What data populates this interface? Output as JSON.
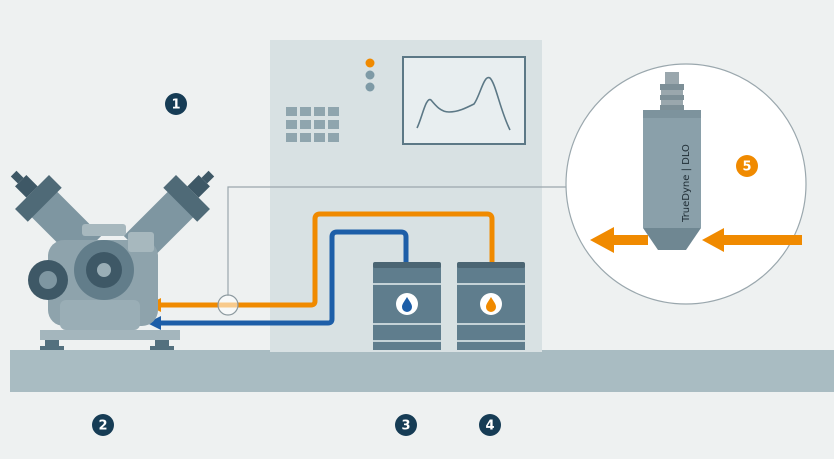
{
  "colors": {
    "background": "#eef1f1",
    "floor": "#a9bcc2",
    "cabinet": "#d8e1e3",
    "navy": "#163c55",
    "orange": "#f08a00",
    "blue": "#1d5ea8",
    "steel": "#5f7d8d",
    "line": "#9aa7ad"
  },
  "badges": [
    {
      "id": "1",
      "label": "1",
      "style": "navy"
    },
    {
      "id": "2",
      "label": "2",
      "style": "navy"
    },
    {
      "id": "3",
      "label": "3",
      "style": "navy"
    },
    {
      "id": "4",
      "label": "4",
      "style": "navy"
    },
    {
      "id": "5",
      "label": "5",
      "style": "orange"
    }
  ],
  "sensor": {
    "label": "TrueDyne | DLO",
    "icon": "oil-condition-sensor-icon"
  },
  "barrels": [
    {
      "name": "fresh-oil-barrel",
      "drop": "blue-oil-drop-icon"
    },
    {
      "name": "used-oil-barrel",
      "drop": "orange-oil-drop-icon"
    }
  ],
  "monitor": {
    "icon": "trend-curve-icon"
  }
}
